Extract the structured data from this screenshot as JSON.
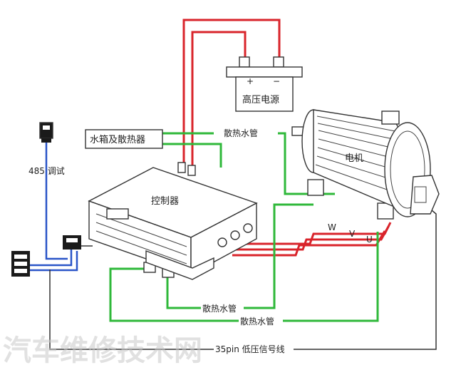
{
  "labels": {
    "battery": "高压电源",
    "battery_plus": "+",
    "battery_minus": "−",
    "radiator": "水箱及散热器",
    "motor": "电机",
    "controller": "控制器",
    "debug": "485 调试",
    "coolant_pipe_top": "散热水管",
    "coolant_pipe_mid": "散热水管",
    "coolant_pipe_bottom": "散热水管",
    "phase_w": "W",
    "phase_v": "V",
    "phase_u": "U",
    "signal_line": "35pin 低压信号线",
    "watermark": "汽车维修技术网"
  },
  "colors": {
    "high_voltage": "#d9242b",
    "coolant": "#2fb83a",
    "signal": "#2a55c8",
    "outline": "#333333",
    "watermark": "#c8c8c8"
  },
  "icons": [
    "debug-connector-icon",
    "signal-connector-icon",
    "motor-icon",
    "controller-icon",
    "battery-icon"
  ]
}
